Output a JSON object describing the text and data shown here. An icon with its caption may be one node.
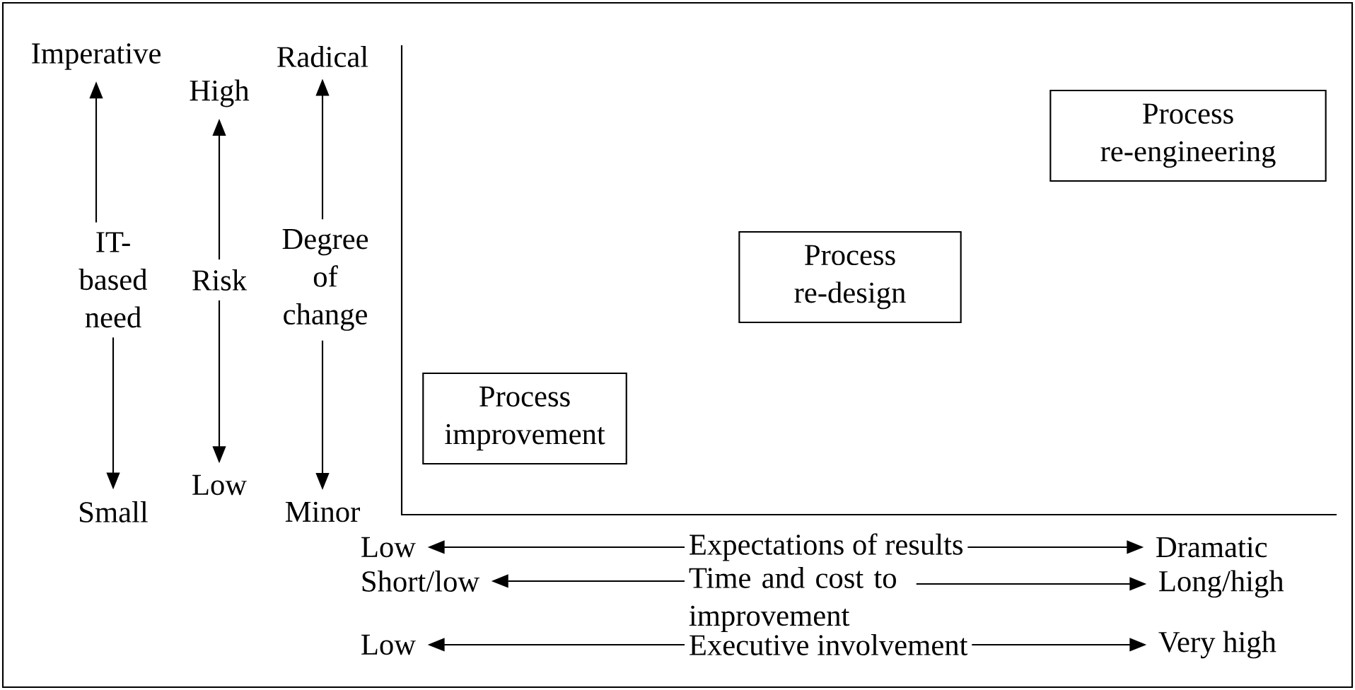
{
  "diagram": {
    "nodes": [
      {
        "text": [
          "Imperative"
        ]
      },
      {
        "text": [
          "IT-based need"
        ]
      },
      {
        "text": [
          "Small"
        ]
      },
      {
        "text": [
          "High"
        ]
      },
      {
        "text": [
          "Risk"
        ]
      },
      {
        "text": [
          "Low"
        ]
      },
      {
        "text": [
          "Radical"
        ]
      },
      {
        "text": [
          "Degree of change"
        ]
      },
      {
        "text": [
          "Minor"
        ]
      },
      {
        "text": [
          "Process improvement"
        ]
      },
      {
        "text": [
          "Process re-design"
        ]
      },
      {
        "text": [
          "Process re-engineering"
        ]
      },
      {
        "text": [
          "Low"
        ]
      },
      {
        "text": [
          "Expectations of results"
        ]
      },
      {
        "text": [
          "Dramatic"
        ]
      },
      {
        "text": [
          "Short/low"
        ]
      },
      {
        "text": [
          "Time and cost to improvement"
        ]
      },
      {
        "text": [
          "Long/high"
        ]
      },
      {
        "text": [
          "Low"
        ]
      },
      {
        "text": [
          "Executive involvement"
        ]
      },
      {
        "text": [
          "Very high"
        ]
      }
    ],
    "edges": [
      {
        "from": 1,
        "to": 0,
        "arrow": "to"
      },
      {
        "from": 1,
        "to": 2,
        "arrow": "to"
      },
      {
        "from": 4,
        "to": 3,
        "arrow": "to"
      },
      {
        "from": 4,
        "to": 5,
        "arrow": "to"
      },
      {
        "from": 7,
        "to": 6,
        "arrow": "to"
      },
      {
        "from": 7,
        "to": 8,
        "arrow": "to"
      },
      {
        "from": 13,
        "to": 12,
        "arrow": "to"
      },
      {
        "from": 13,
        "to": 14,
        "arrow": "to"
      },
      {
        "from": 16,
        "to": 15,
        "arrow": "to"
      },
      {
        "from": 16,
        "to": 17,
        "arrow": "to"
      },
      {
        "from": 19,
        "to": 18,
        "arrow": "to"
      },
      {
        "from": 19,
        "to": 20,
        "arrow": "to"
      }
    ]
  }
}
